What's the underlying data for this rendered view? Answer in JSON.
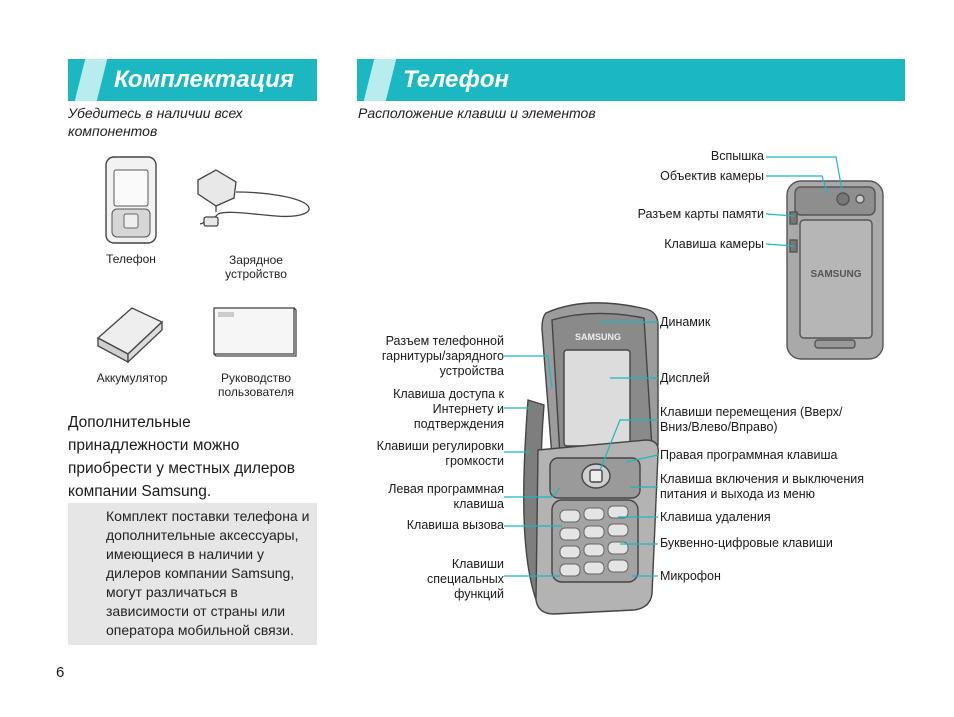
{
  "left_section": {
    "title": "Комплектация",
    "subtitle": "Убедитесь в наличии всех компонентов",
    "items": [
      {
        "label": "Телефон",
        "icon": "phone-icon"
      },
      {
        "label": "Зарядное устройство",
        "icon": "charger-icon"
      },
      {
        "label": "Аккумулятор",
        "icon": "battery-icon"
      },
      {
        "label": "Руководство пользователя",
        "icon": "manual-icon"
      }
    ],
    "accessories_text": "Дополнительные принадлежности можно приобрести у местных дилеров компании Samsung.",
    "note_icon": "checkbox-icon",
    "note_text": "Комплект поставки телефона и дополнительные аксессуары, имеющиеся в наличии у дилеров компании Samsung, могут различаться в зависимости от страны или оператора мобильной связи."
  },
  "right_section": {
    "title": "Телефон",
    "subtitle": "Расположение клавиш и элементов",
    "brand": "SAMSUNG",
    "back_labels": [
      "Вспышка",
      "Объектив камеры",
      "Разъем карты памяти",
      "Клавиша камеры"
    ],
    "front_left_labels": [
      "Разъем телефонной гарнитуры/зарядного устройства",
      "Клавиша доступа к Интернету и подтверждения",
      "Клавиши регулировки громкости",
      "Левая программная клавиша",
      "Клавиша вызова",
      "Клавиши специальных функций"
    ],
    "front_right_labels": [
      "Динамик",
      "Дисплей",
      "Клавиши перемещения (Вверх/Вниз/Влево/Вправо)",
      "Правая программная клавиша",
      "Клавиша включения и выключения питания и выхода из меню",
      "Клавиша удаления",
      "Буквенно-цифровые клавиши",
      "Микрофон"
    ]
  },
  "page_number": "6",
  "colors": {
    "banner": "#1bb8c2",
    "banner_mark": "#b9ecef",
    "note_bg": "#e6e6e6",
    "leader": "#1bb8c2",
    "check": "#1bb8c2"
  }
}
